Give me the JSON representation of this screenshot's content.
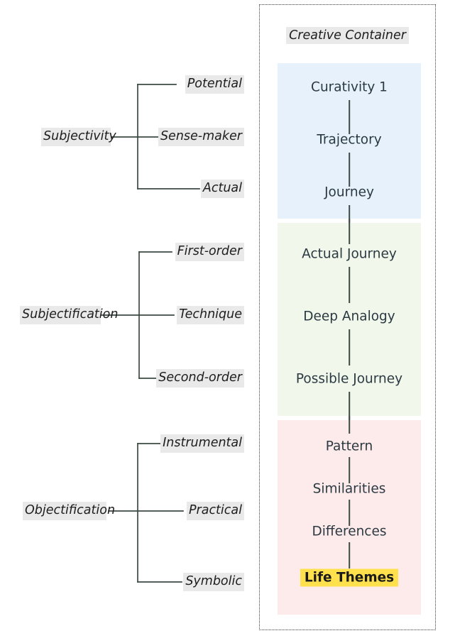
{
  "trees": [
    {
      "name": "subjectivity-tree",
      "parent": "Subjectivity",
      "children": [
        "Potential",
        "Sense-maker",
        "Actual"
      ]
    },
    {
      "name": "subjectification-tree",
      "parent": "Subjectification",
      "children": [
        "First-order",
        "Technique",
        "Second-order"
      ]
    },
    {
      "name": "objectification-tree",
      "parent": "Objectification",
      "children": [
        "Instrumental",
        "Practical",
        "Symbolic"
      ]
    }
  ],
  "creative_container": {
    "title": "Creative Container",
    "bands": [
      {
        "name": "blue-band",
        "color": "#e6f1fb",
        "nodes": [
          "Curativity 1",
          "Trajectory",
          "Journey"
        ]
      },
      {
        "name": "green-band",
        "color": "#f2f7ec",
        "nodes": [
          "Actual  Journey",
          "Deep  Analogy",
          "Possible  Journey"
        ]
      },
      {
        "name": "pink-band",
        "color": "#fdeaea",
        "nodes": [
          "Pattern",
          "Similarities",
          "Differences",
          "Life Themes"
        ],
        "highlight_node": "Life Themes",
        "highlight_color": "#ffe14d"
      }
    ]
  },
  "colors": {
    "label_highlight": "#e9e9e9",
    "line": "#3c4a42",
    "text": "#2b3a42",
    "border": "#3a3a3a"
  }
}
